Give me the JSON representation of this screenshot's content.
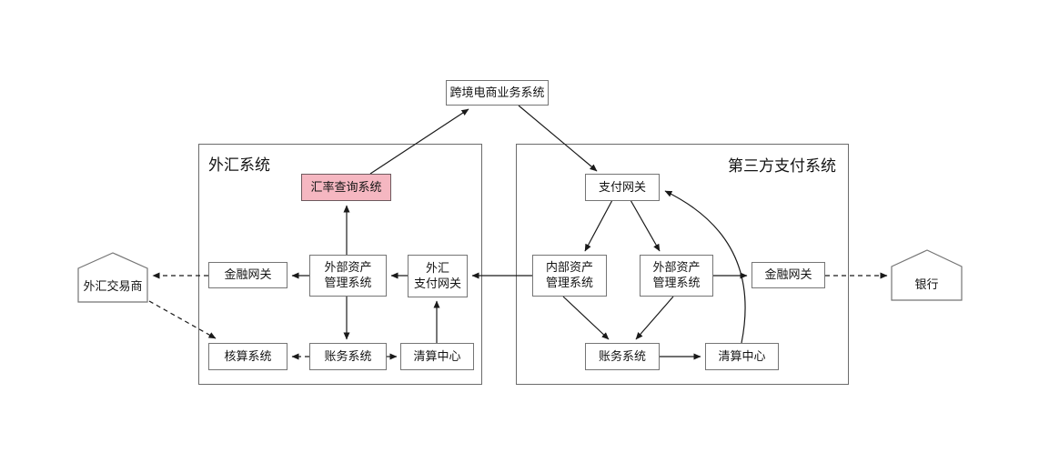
{
  "top_node": "跨境电商业务系统",
  "fx": {
    "title": "外汇系统",
    "nodes": {
      "rate_query": "汇率查询系统",
      "fin_gateway": "金融网关",
      "ext_asset": "外部资产\n管理系统",
      "fx_pay_gateway": "外汇\n支付网关",
      "accounting": "核算系统",
      "billing": "账务系统",
      "clearing": "清算中心"
    }
  },
  "tp": {
    "title": "第三方支付系统",
    "nodes": {
      "pay_gateway": "支付网关",
      "int_asset": "内部资产\n管理系统",
      "ext_asset": "外部资产\n管理系统",
      "fin_gateway": "金融网关",
      "billing": "账务系统",
      "clearing": "清算中心"
    }
  },
  "externals": {
    "fx_trader": "外汇交易商",
    "bank": "银行"
  },
  "colors": {
    "highlight_fill": "#f5b7c1",
    "highlight_stroke": "#6e5a5e",
    "box_stroke": "#757575",
    "container_stroke": "#6b6b6b",
    "connector": "#1a1a1a",
    "background": "#ffffff"
  }
}
